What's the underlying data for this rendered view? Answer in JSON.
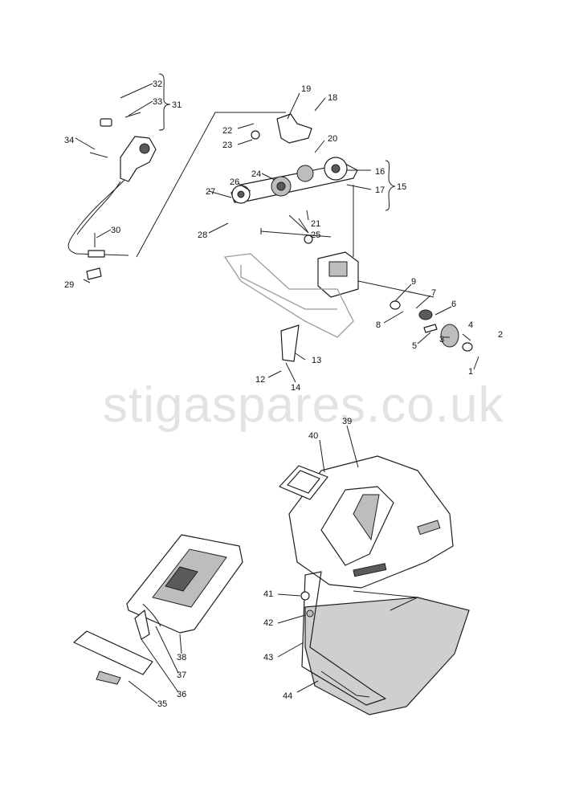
{
  "watermark": "stigaspares.co.uk",
  "callouts": {
    "c1": "1",
    "c2": "2",
    "c3": "3",
    "c4": "4",
    "c5": "5",
    "c6": "6",
    "c7": "7",
    "c8": "8",
    "c9": "9",
    "c12": "12",
    "c13": "13",
    "c14": "14",
    "c15": "15",
    "c16": "16",
    "c17": "17",
    "c18": "18",
    "c19": "19",
    "c20": "20",
    "c21": "21",
    "c22": "22",
    "c23": "23",
    "c24": "24",
    "c25": "25",
    "c26": "26",
    "c27": "27",
    "c28": "28",
    "c29": "29",
    "c30": "30",
    "c31": "31",
    "c32": "32",
    "c33": "33",
    "c34": "34",
    "c35": "35",
    "c36": "36",
    "c37": "37",
    "c38": "38",
    "c39": "39",
    "c40": "40",
    "c41": "41",
    "c42": "42",
    "c43": "43",
    "c44": "44"
  },
  "colors": {
    "line": "#1e1e1e",
    "ghost": "#9a9a9a",
    "watermark": "#e3e3e3",
    "basket": "#cfcfcf"
  }
}
